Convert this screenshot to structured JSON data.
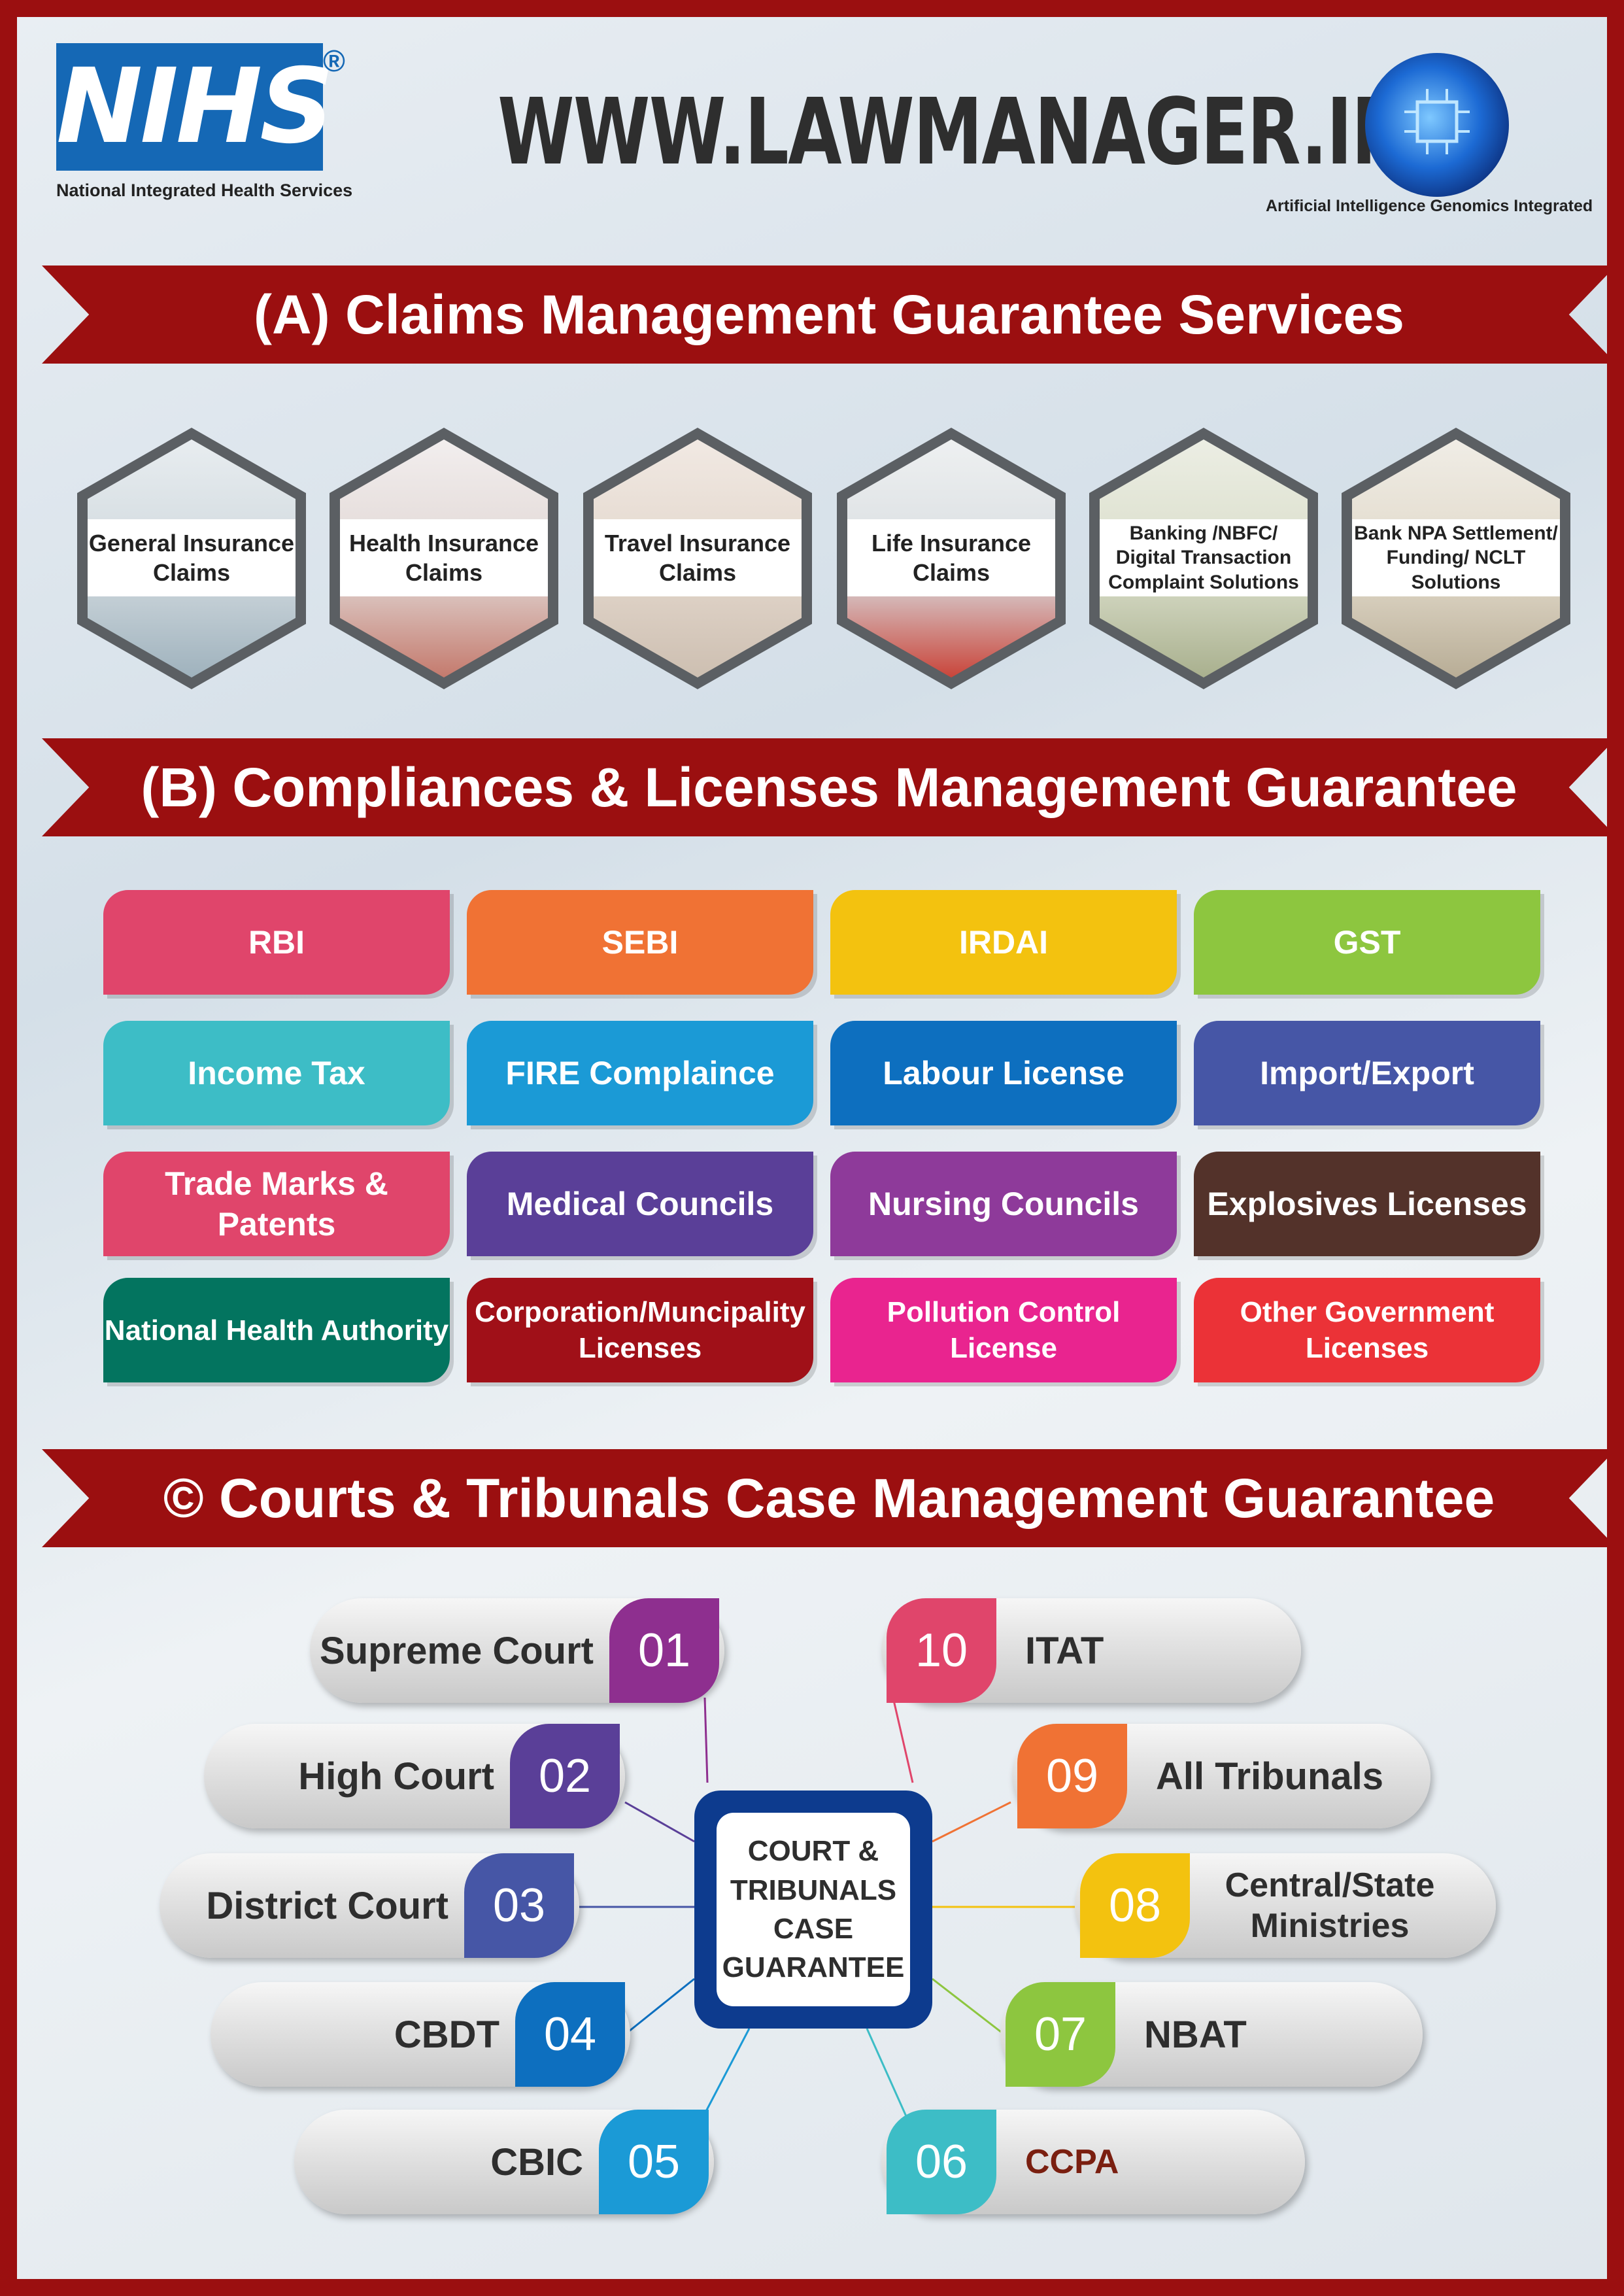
{
  "header": {
    "logo_text": "NIHS",
    "logo_reg": "®",
    "logo_subtitle": "National Integrated Health Services",
    "website": "WWW.LAWMANAGER.IN",
    "ai_caption": "Artificial Intelligence Genomics Integrated"
  },
  "section_a": {
    "title": "(A) Claims Management Guarantee Services",
    "items": [
      {
        "label": "General Insurance Claims"
      },
      {
        "label": "Health Insurance Claims"
      },
      {
        "label": "Travel Insurance Claims"
      },
      {
        "label": "Life Insurance Claims"
      },
      {
        "label": "Banking /NBFC/ Digital Transaction Complaint Solutions"
      },
      {
        "label": "Bank NPA Settlement/ Funding/ NCLT Solutions"
      }
    ]
  },
  "section_b": {
    "title": "(B) Compliances & Licenses Management Guarantee",
    "items": [
      {
        "label": "RBI",
        "color": "#e0456b"
      },
      {
        "label": "SEBI",
        "color": "#f07234"
      },
      {
        "label": "IRDAI",
        "color": "#f3c20f"
      },
      {
        "label": "GST",
        "color": "#8dc63f"
      },
      {
        "label": "Income Tax",
        "color": "#3dbdc6"
      },
      {
        "label": "FIRE Complaince",
        "color": "#1b9ad6"
      },
      {
        "label": "Labour License",
        "color": "#0d6fbf"
      },
      {
        "label": "Import/Export",
        "color": "#4656a6"
      },
      {
        "label": "Trade Marks & Patents",
        "color": "#e0456b"
      },
      {
        "label": "Medical Councils",
        "color": "#5a3f98"
      },
      {
        "label": "Nursing Councils",
        "color": "#8e3a9a"
      },
      {
        "label": "Explosives Licenses",
        "color": "#53322a"
      },
      {
        "label": "National Health Authority",
        "color": "#03745f"
      },
      {
        "label": "Corporation/Muncipality Licenses",
        "color": "#a01018"
      },
      {
        "label": "Pollution Control License",
        "color": "#e9248f"
      },
      {
        "label": "Other Government Licenses",
        "color": "#eb3237"
      }
    ]
  },
  "section_c": {
    "title": "© Courts & Tribunals Case Management Guarantee",
    "center_label": "COURT & TRIBUNALS CASE GUARANTEE",
    "left_items": [
      {
        "num": "01",
        "label": "Supreme Court",
        "color": "#8e2f8f"
      },
      {
        "num": "02",
        "label": "High Court",
        "color": "#5a3f98"
      },
      {
        "num": "03",
        "label": "District Court",
        "color": "#4656a6"
      },
      {
        "num": "04",
        "label": "CBDT",
        "color": "#0d6fbf"
      },
      {
        "num": "05",
        "label": "CBIC",
        "color": "#1b9ad6"
      }
    ],
    "right_items": [
      {
        "num": "10",
        "label": "ITAT",
        "color": "#e0456b"
      },
      {
        "num": "09",
        "label": "All Tribunals",
        "color": "#f07234"
      },
      {
        "num": "08",
        "label": "Central/State Ministries",
        "color": "#f3c20f"
      },
      {
        "num": "07",
        "label": "NBAT",
        "color": "#8dc63f"
      },
      {
        "num": "06",
        "label": "CCPA",
        "color": "#3dbdc6"
      }
    ]
  }
}
